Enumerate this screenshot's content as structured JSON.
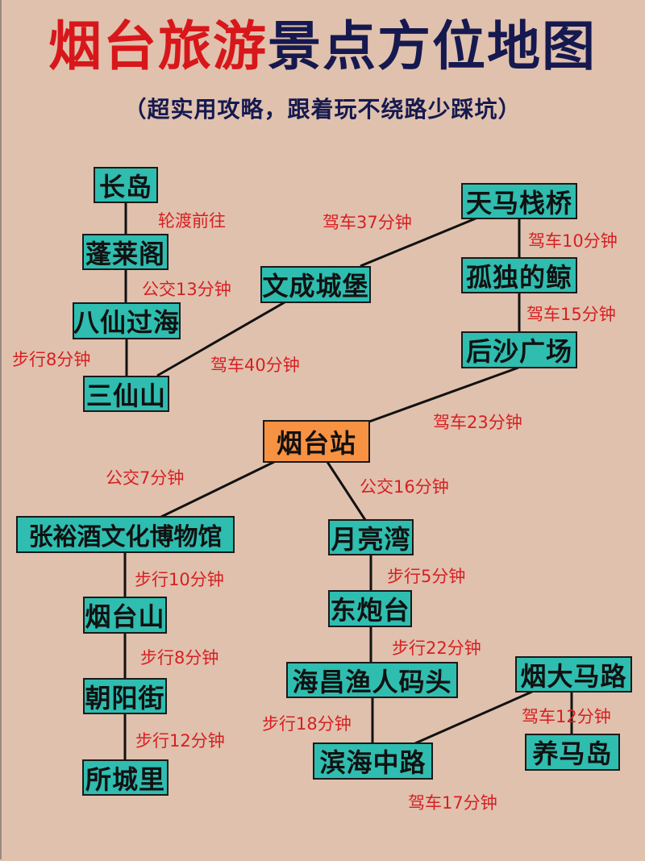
{
  "header": {
    "title_red": "烟台旅游",
    "title_navy": "景点方位地图",
    "subtitle": "（超实用攻略，跟着玩不绕路少踩坑）"
  },
  "colors": {
    "background": "#e0c1ad",
    "node_fill": "#2fbdb0",
    "hub_fill": "#f79243",
    "label_red": "#d71f22",
    "title_red": "#d8171b",
    "title_navy": "#15194f"
  },
  "nodes": {
    "changdao": "长岛",
    "penglaige": "蓬莱阁",
    "baxianguohai": "八仙过海",
    "sanxianshan": "三仙山",
    "wenchengchengbao": "文成城堡",
    "tianmazhanqiao": "天马栈桥",
    "guduhedejing": "孤独的鲸",
    "houshaguangchang": "后沙广场",
    "yantaizhan": "烟台站",
    "zhangyujiu": "张裕酒文化博物馆",
    "yantaishan": "烟台山",
    "chaoyangjie": "朝阳街",
    "suochengli": "所城里",
    "yueliangwan": "月亮湾",
    "dongpaotai": "东炮台",
    "haichangyuren": "海昌渔人码头",
    "binhaizhonglu": "滨海中路",
    "yandamalu": "烟大马路",
    "yangmadao": "养马岛"
  },
  "routes": {
    "changdao_penglaige": "轮渡前往",
    "penglaige_baxian": "公交13分钟",
    "baxian_sanxian": "步行8分钟",
    "sanxian_wencheng": "驾车40分钟",
    "wencheng_tianma": "驾车37分钟",
    "tianma_gudu": "驾车10分钟",
    "gudu_housha": "驾车15分钟",
    "housha_station": "驾车23分钟",
    "station_zhangyu": "公交7分钟",
    "station_yueliang": "公交16分钟",
    "zhangyu_yantaishan": "步行10分钟",
    "yantaishan_chaoyang": "步行8分钟",
    "chaoyang_suocheng": "步行12分钟",
    "yueliang_dongpao": "步行5分钟",
    "dongpao_haichang": "步行22分钟",
    "haichang_binhai": "步行18分钟",
    "binhai_yanda": "驾车17分钟",
    "yanda_yangma": "驾车12分钟"
  }
}
